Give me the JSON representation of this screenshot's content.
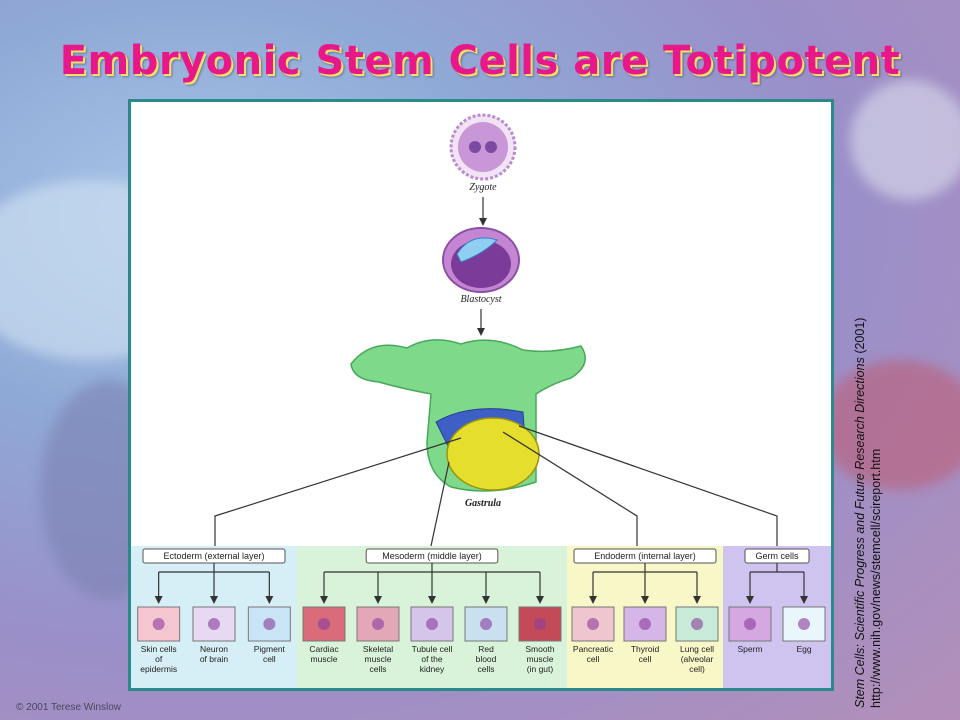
{
  "title": "Embryonic Stem Cells are Totipotent",
  "stages": {
    "zygote": "Zygote",
    "blastocyst": "Blastocyst",
    "gastrula": "Gastrula"
  },
  "layers": [
    {
      "name": "Ectoderm (external layer)",
      "color": "#d6eef5",
      "cells": [
        [
          "Skin cells",
          "of",
          "epidermis"
        ],
        [
          "Neuron",
          "of brain"
        ],
        [
          "Pigment",
          "cell"
        ]
      ]
    },
    {
      "name": "Mesoderm (middle layer)",
      "color": "#d9f3da",
      "cells": [
        [
          "Cardiac",
          "muscle"
        ],
        [
          "Skeletal",
          "muscle",
          "cells"
        ],
        [
          "Tubule cell",
          "of the",
          "kidney"
        ],
        [
          "Red",
          "blood",
          "cells"
        ],
        [
          "Smooth",
          "muscle",
          "(in gut)"
        ]
      ]
    },
    {
      "name": "Endoderm (internal layer)",
      "color": "#f7f7c8",
      "cells": [
        [
          "Pancreatic",
          "cell"
        ],
        [
          "Thyroid",
          "cell"
        ],
        [
          "Lung cell",
          "(alveolar",
          "cell)"
        ]
      ]
    },
    {
      "name": "Germ cells",
      "color": "#cfc4f0",
      "cells": [
        [
          "Sperm"
        ],
        [
          "Egg"
        ]
      ]
    }
  ],
  "citation": {
    "italic": "Stem Cells: Scientific Progress and Future Research Directions",
    "year": " (2001)",
    "url": "http://www.nih.gov/news/stemcell/scireport.htm"
  },
  "copyright": "© 2001 Terese Winslow",
  "colors": {
    "title": "#e8188a",
    "title_shadow": "#f5e06a",
    "panel_border": "#2a8a8a"
  }
}
